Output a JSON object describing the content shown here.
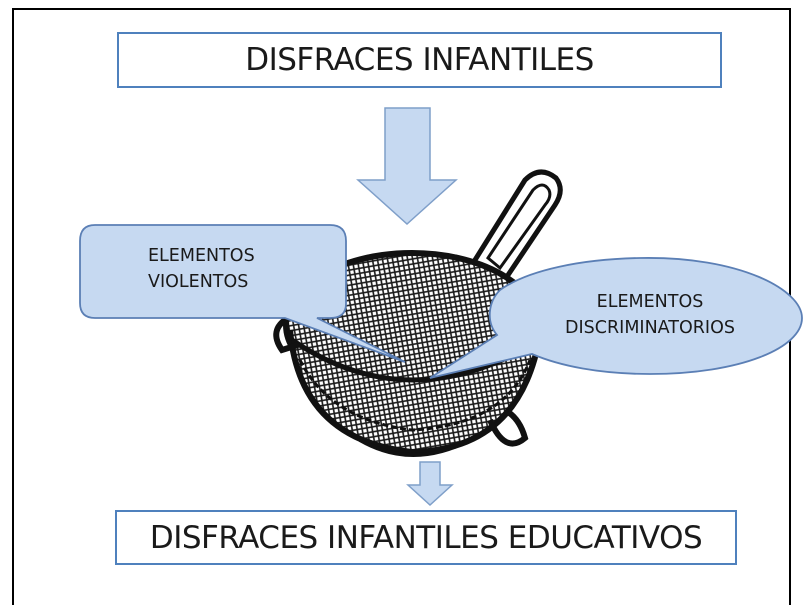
{
  "diagram": {
    "top_box": {
      "label": "DISFRACES INFANTILES"
    },
    "bottom_box": {
      "label": "DISFRACES INFANTILES EDUCATIVOS"
    },
    "callouts": {
      "violent": {
        "line1": "ELEMENTOS",
        "line2": "VIOLENTOS"
      },
      "discriminatory": {
        "line1": "ELEMENTOS",
        "line2": "DISCRIMINATORIOS"
      }
    },
    "filter": {
      "icon": "strainer-icon"
    }
  },
  "colors": {
    "box_border": "#4f81bd",
    "arrow_fill": "#c6d9f1",
    "arrow_stroke": "#7f9fc9",
    "callout_fill": "#c6d9f1",
    "callout_stroke": "#5b7fb5",
    "frame_border": "#000000",
    "strainer_ink": "#111111"
  }
}
